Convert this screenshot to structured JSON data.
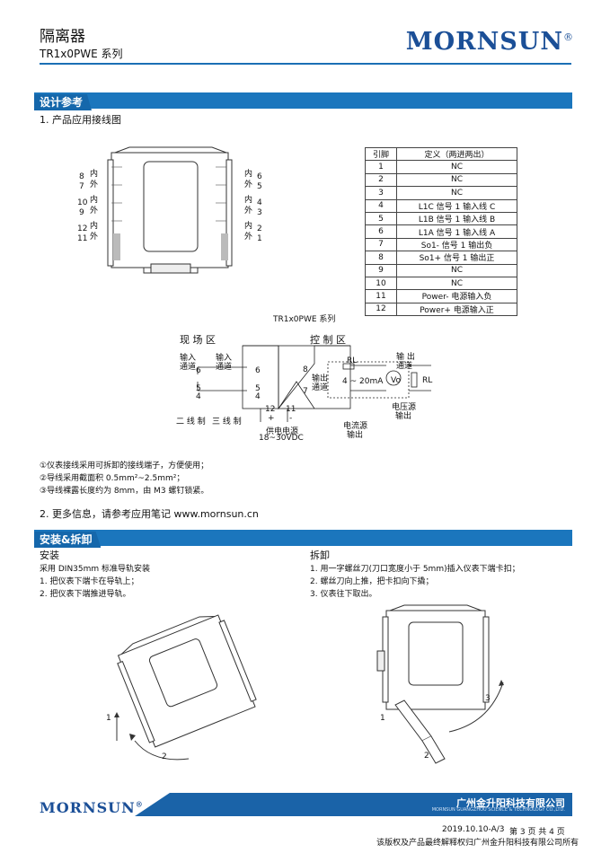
{
  "header": {
    "title": "隔离器",
    "series": "TR1x0PWE 系列",
    "logo": "MORNSUN"
  },
  "colors": {
    "brand": "#1b6fb5",
    "bar": "#1b76bd"
  },
  "design": {
    "section_title": "设计参考",
    "item1": "1.  产品应用接线图",
    "terminal_left_in": [
      "内",
      "外",
      "内",
      "外",
      "内",
      "外"
    ],
    "terminal_left_nums": [
      "8",
      "7",
      "10",
      "9",
      "12",
      "11"
    ],
    "terminal_right_nums": [
      "6",
      "5",
      "4",
      "3",
      "2",
      "1"
    ],
    "pin_table": {
      "headers": [
        "引脚",
        "定义（两进两出）"
      ],
      "rows": [
        [
          "1",
          "NC"
        ],
        [
          "2",
          "NC"
        ],
        [
          "3",
          "NC"
        ],
        [
          "4",
          "L1C    信号 1 输入线 C"
        ],
        [
          "5",
          "L1B    信号 1 输入线 B"
        ],
        [
          "6",
          "L1A    信号 1 输入线 A"
        ],
        [
          "7",
          "So1-   信号 1 输出负"
        ],
        [
          "8",
          "So1+   信号 1 输出正"
        ],
        [
          "9",
          "NC"
        ],
        [
          "10",
          "NC"
        ],
        [
          "11",
          "Power-   电源输入负"
        ],
        [
          "12",
          "Power+   电源输入正"
        ]
      ]
    },
    "circuit": {
      "caption": "TR1x0PWE 系列",
      "field_zone": "现 场 区",
      "control_zone": "控 制 区",
      "input_ch1": "输入",
      "input_ch2": "通道",
      "input_ch3": "输入",
      "input_ch4": "通道",
      "output_ch1": "输出",
      "output_ch2": "通道",
      "out_ch1": "输 出",
      "out_ch2": "通道",
      "two_wire": "二 线 制",
      "three_wire": "三 线 制",
      "pin6": "6",
      "pin5": "5",
      "pin4": "4",
      "pin8": "8",
      "pin7": "7",
      "pin12": "12",
      "pin11": "11",
      "rl1": "RL",
      "rl2": "RL",
      "current": "4 ~ 20mA",
      "vo": "Vo",
      "power_label": "供电电源",
      "power_range": "18~30VDC",
      "plus": "+",
      "minus": "-",
      "voltage_out1": "电压源",
      "voltage_out2": "输出",
      "current_out1": "电流源",
      "current_out2": "输出"
    },
    "notes": [
      "①仪表接线采用可拆卸的接线端子，方便使用；",
      "②导线采用截面积 0.5mm²~2.5mm²；",
      "③导线裸露长度约为 8mm，由 M3 螺钉锁紧。"
    ],
    "item2": "2.  更多信息，请参考应用笔记  www.mornsun.cn"
  },
  "install": {
    "section_title": "安装&拆卸",
    "install_head": "安装",
    "install_lines": [
      "采用 DIN35mm 标准导轨安装",
      "1. 把仪表下端卡在导轨上；",
      "2. 把仪表下端推进导轨。"
    ],
    "remove_head": "拆卸",
    "remove_lines": [
      "1. 用一字螺丝刀(刀口宽度小于 5mm)插入仪表下端卡扣；",
      "2. 螺丝刀向上推，把卡扣向下撬；",
      "3. 仪表往下取出。"
    ],
    "fig_labels": [
      "1",
      "2",
      "1",
      "2",
      "3"
    ]
  },
  "footer": {
    "logo": "MORNSUN",
    "company_cn": "广州金升阳科技有限公司",
    "company_en": "MORNSUN GUANGZHOU SCIENCE & TECHNOLOGY CO.,LTD.",
    "date": "2019.10.10-A/3",
    "page": "第 3 页 共 4 页",
    "copyright": "该版权及产品最终解释权归广州金升阳科技有限公司所有"
  }
}
